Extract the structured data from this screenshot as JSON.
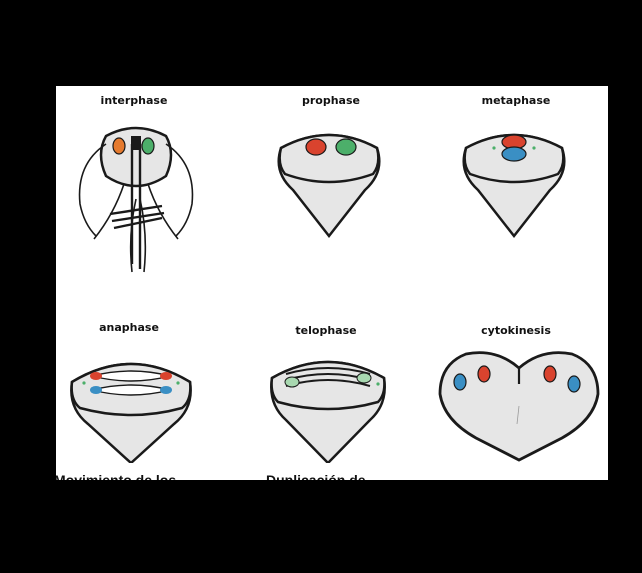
{
  "stages": [
    {
      "id": "interphase",
      "label": "interphase"
    },
    {
      "id": "prophase",
      "label": "prophase"
    },
    {
      "id": "metaphase",
      "label": "metaphase"
    },
    {
      "id": "anaphase",
      "label": "anaphase"
    },
    {
      "id": "telophase",
      "label": "telophase"
    },
    {
      "id": "cytokinesis",
      "label": "cytokinesis"
    }
  ],
  "footer": {
    "left": "Movimiento de los",
    "right": "Duplicación de"
  },
  "colors": {
    "outline": "#1a1a1a",
    "cell_fill": "#e6e6e6",
    "red": "#d9432e",
    "orange": "#e57a2e",
    "blue": "#3a8fc4",
    "green": "#4caf6a"
  }
}
